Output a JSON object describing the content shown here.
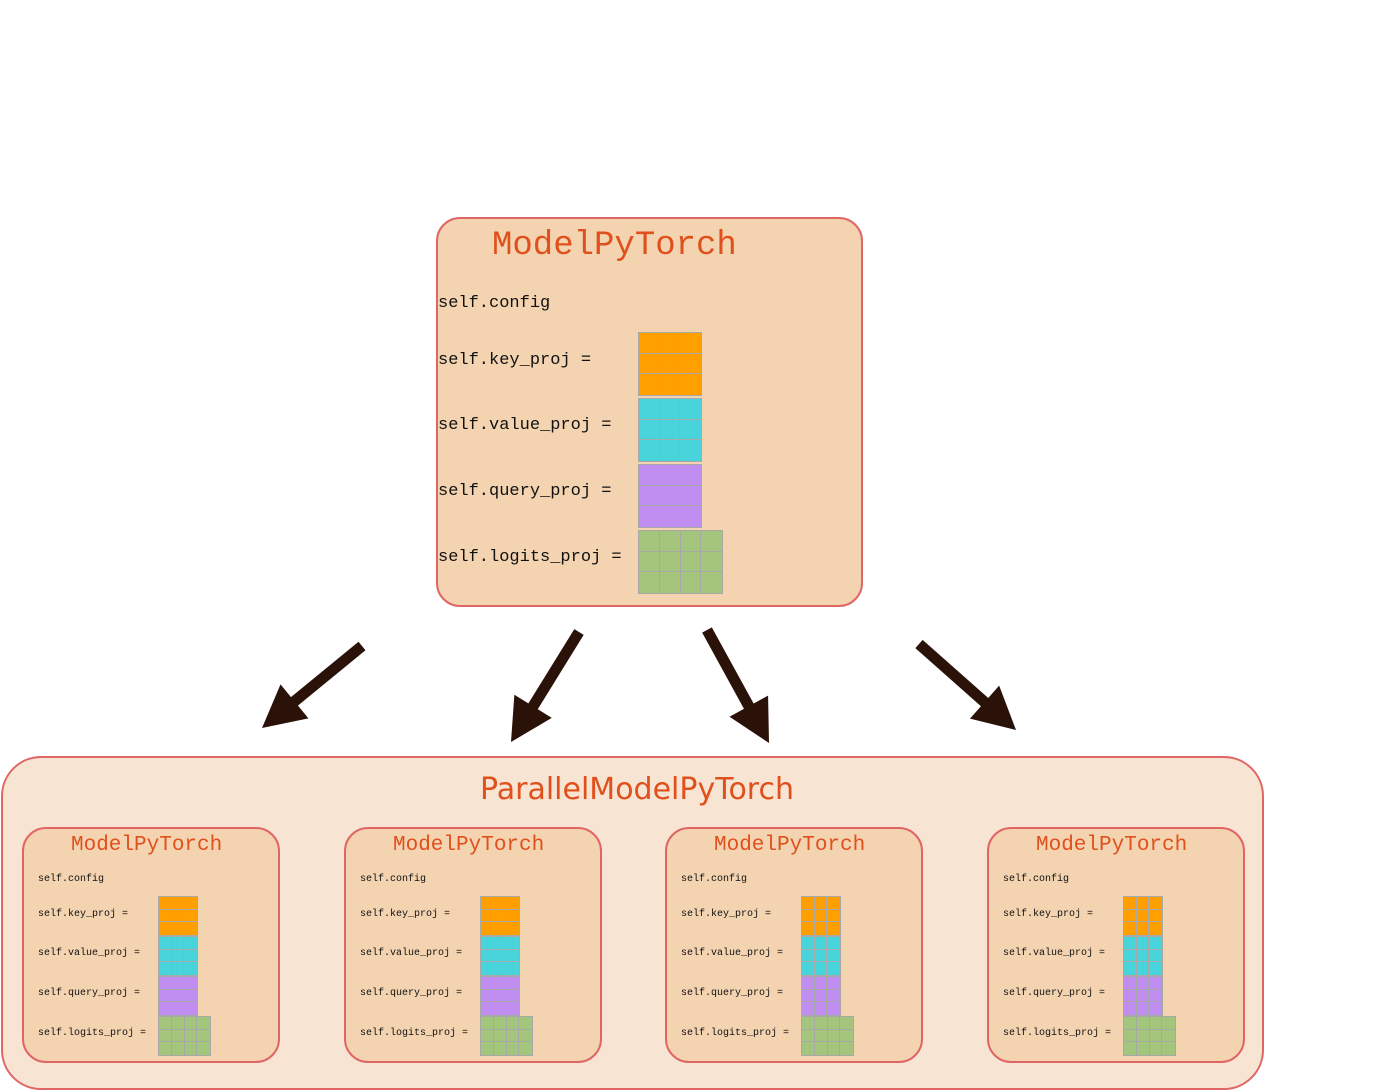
{
  "colors": {
    "box_border": "#e06666",
    "model_fill": "#f3d3b0",
    "parallel_fill": "#f8e4d2",
    "title_text": "#e0501c",
    "arrow": "#2a1208",
    "grid_line": "#a8a8a8"
  },
  "top_model": {
    "title": "ModelPyTorch",
    "fields": [
      {
        "label": "self.config",
        "matrix": null
      },
      {
        "label": "self.key_proj =",
        "matrix": {
          "color": "#ff9f00",
          "cols": 3,
          "rows": 3
        }
      },
      {
        "label": "self.value_proj =",
        "matrix": {
          "color": "#48d4da",
          "cols": 3,
          "rows": 3
        }
      },
      {
        "label": "self.query_proj =",
        "matrix": {
          "color": "#c08ef0",
          "cols": 3,
          "rows": 3
        }
      },
      {
        "label": "self.logits_proj =",
        "matrix": {
          "color": "#a4c67c",
          "cols": 4,
          "rows": 3
        }
      }
    ]
  },
  "parallel": {
    "title": "ParallelModelPyTorch",
    "replicas": [
      {
        "title": "ModelPyTorch"
      },
      {
        "title": "ModelPyTorch"
      },
      {
        "title": "ModelPyTorch"
      },
      {
        "title": "ModelPyTorch"
      }
    ]
  },
  "arrows": [
    {
      "direction": "down-left"
    },
    {
      "direction": "down-left"
    },
    {
      "direction": "down-right"
    },
    {
      "direction": "down-right"
    }
  ]
}
